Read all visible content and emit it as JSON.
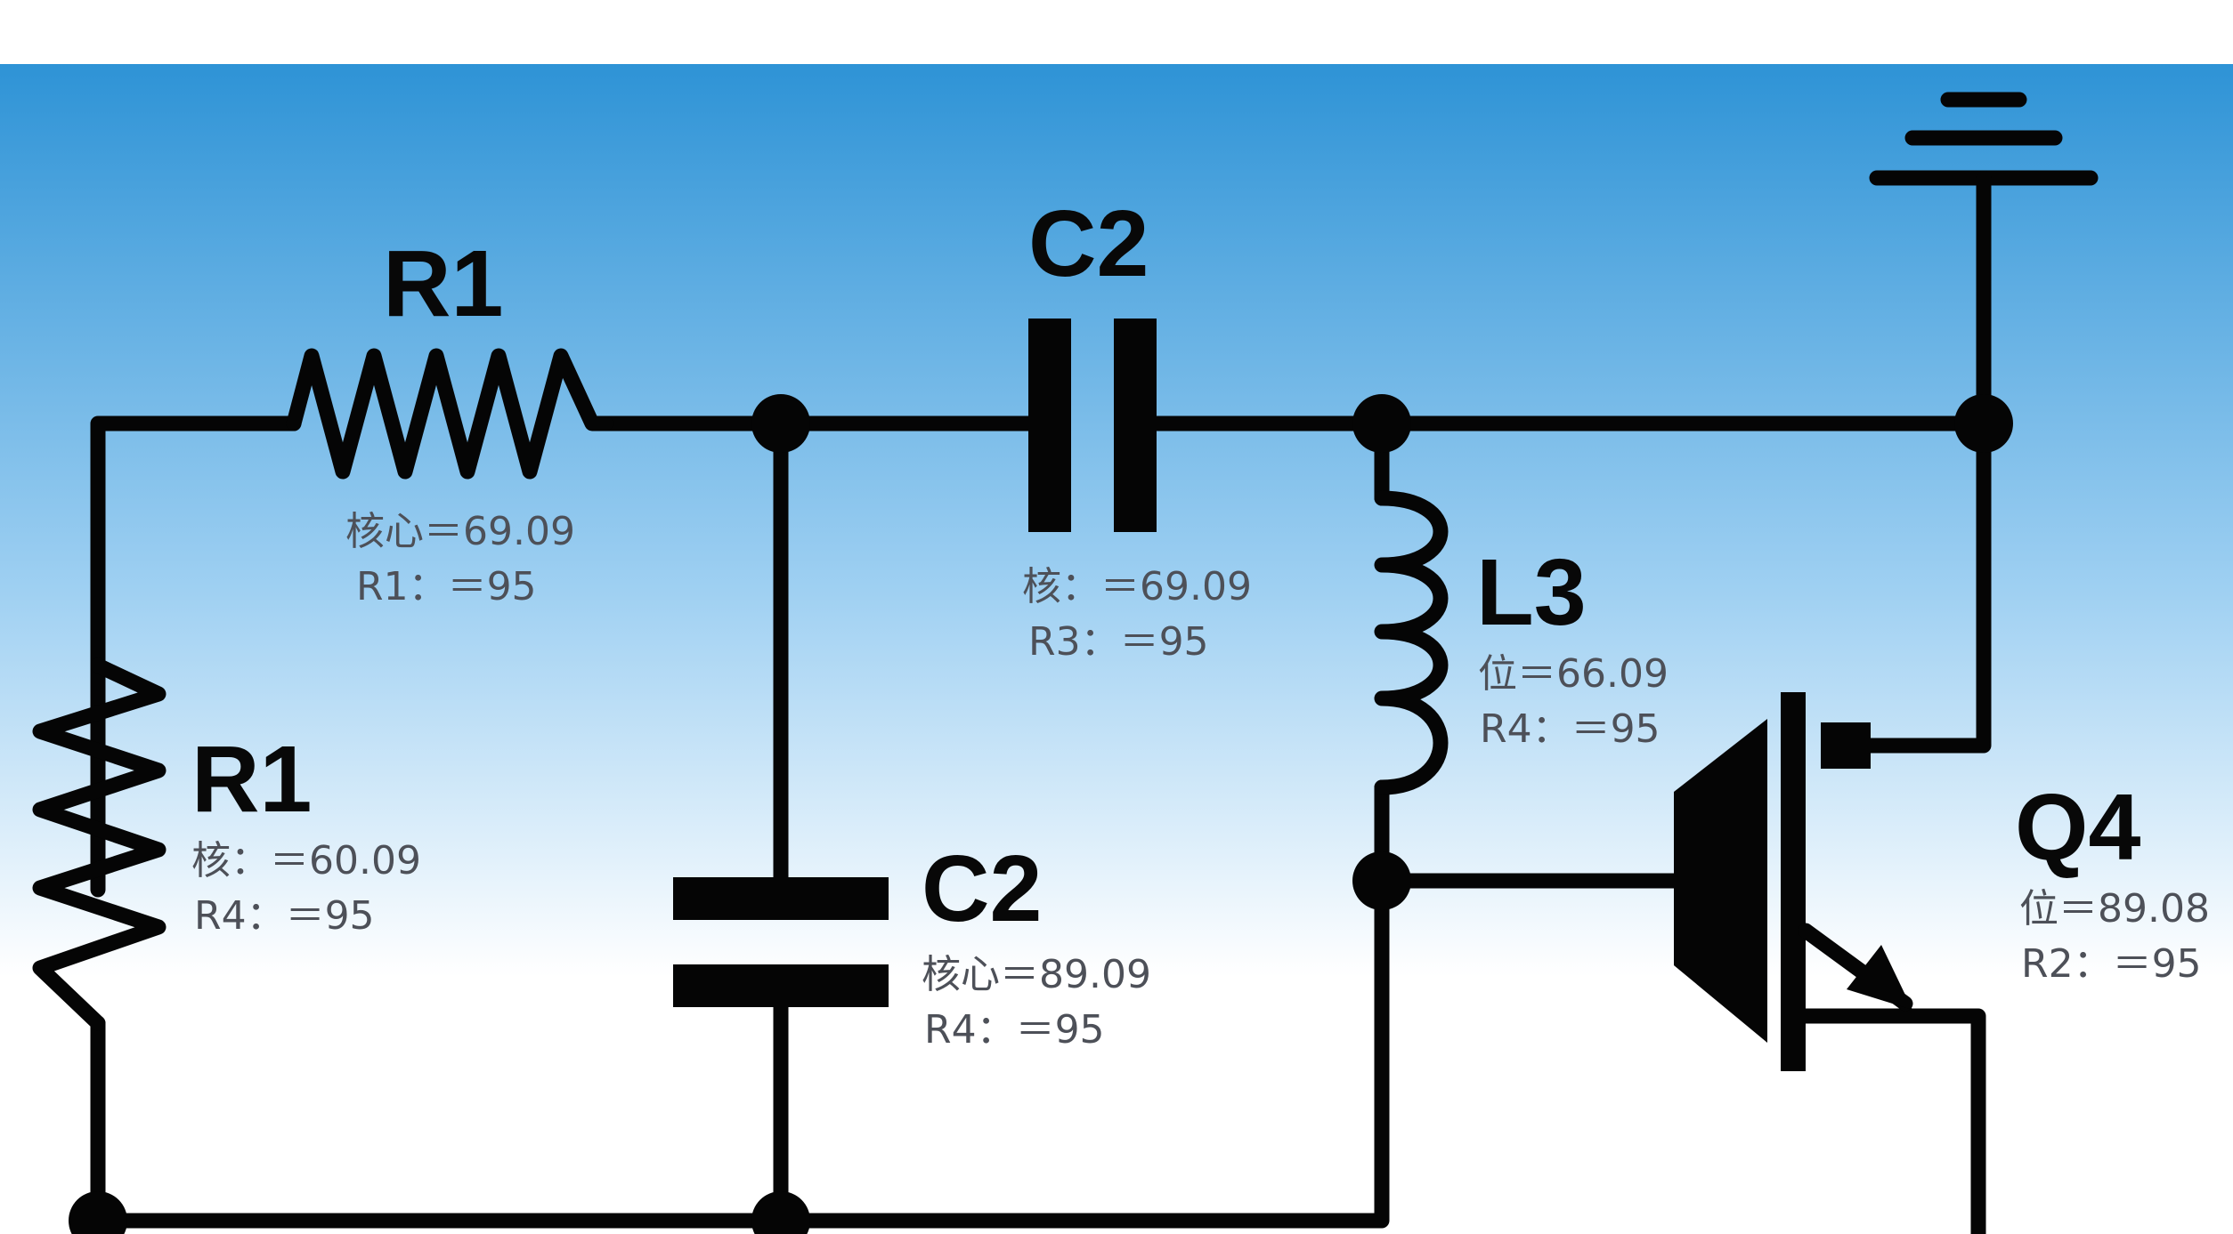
{
  "colors": {
    "sky_top": "#2e93d6",
    "sky_mid": "#9fd0f2",
    "sky_bottom": "#ffffff",
    "ink": "#050505",
    "value_text": "#4d5058"
  },
  "components": {
    "r1_top": {
      "label": "R1",
      "line1": "核心＝69.09",
      "line2": "R1：＝95"
    },
    "r1_left": {
      "label": "R1",
      "line1": "核：＝60.09",
      "line2": "R4：＝95"
    },
    "c2_top": {
      "label": "C2",
      "line1": "核：＝69.09",
      "line2": "R3：＝95"
    },
    "c2_mid": {
      "label": "C2",
      "line1": "核心＝89.09",
      "line2": "R4：＝95"
    },
    "l3": {
      "label": "L3",
      "line1": "位＝66.09",
      "line2": "R4：＝95"
    },
    "q4": {
      "label": "Q4",
      "line1": "位＝89.08",
      "line2": "R2：＝95"
    }
  }
}
